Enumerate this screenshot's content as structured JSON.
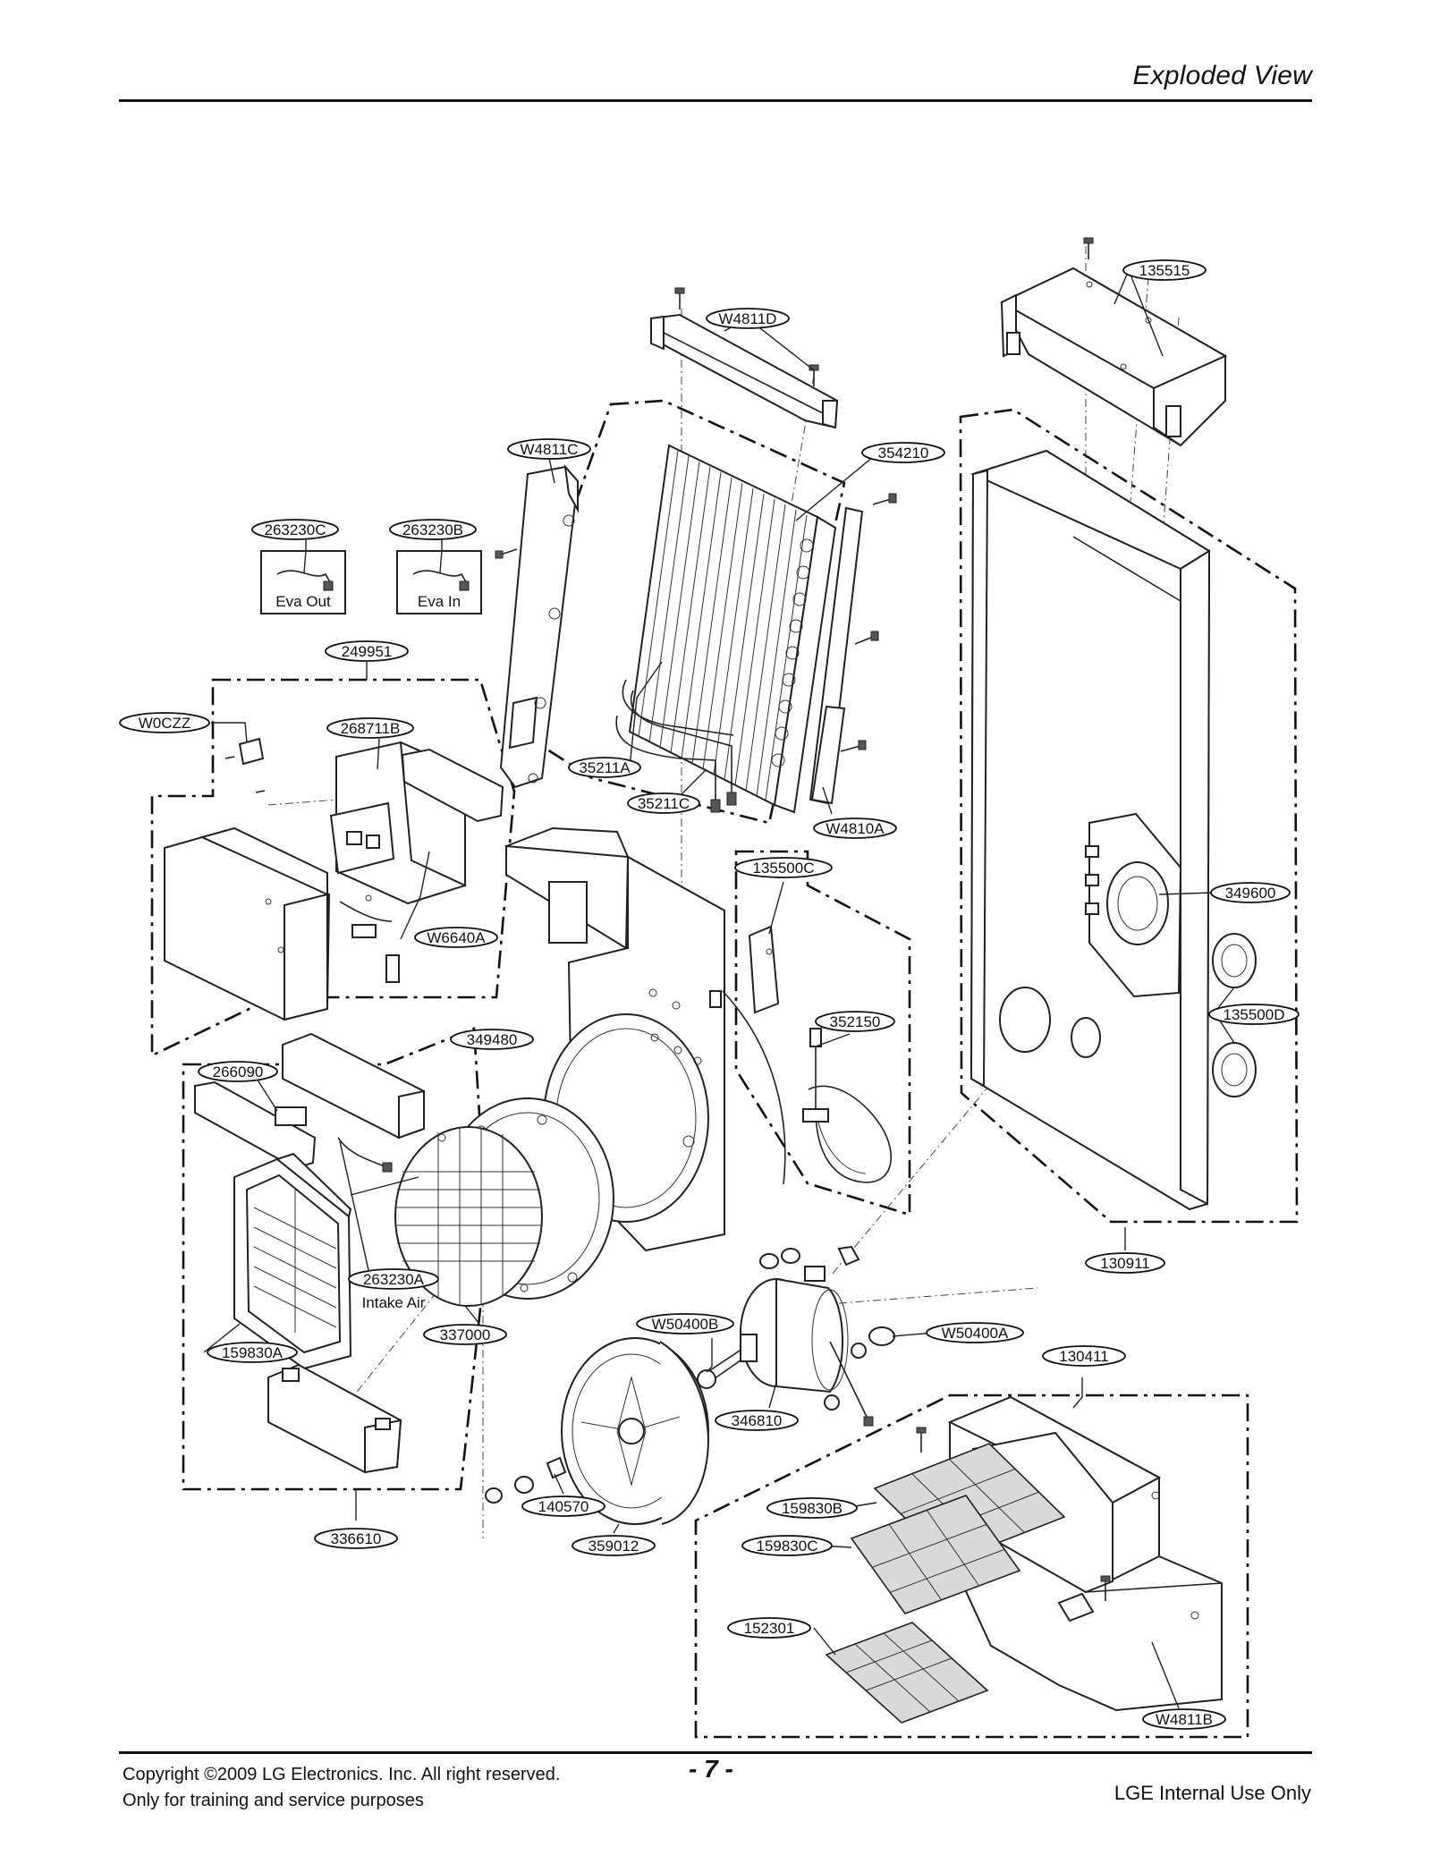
{
  "header": {
    "title": "Exploded View"
  },
  "footer": {
    "copyright": "Copyright ©2009 LG Electronics. Inc. All right reserved.",
    "purpose": "Only for training and service purposes",
    "page": "- 7 -",
    "internal": "LGE Internal Use Only"
  },
  "parts": {
    "p135515": "135515",
    "pW4811D": "W4811D",
    "pW4811C": "W4811C",
    "p354210": "354210",
    "p263230C": "263230C",
    "p263230B": "263230B",
    "p249951": "249951",
    "pW0CZZ": "W0CZZ",
    "p268711B": "268711B",
    "p35211A": "35211A",
    "p35211C": "35211C",
    "pW4810A": "W4810A",
    "p135500C": "135500C",
    "p349600": "349600",
    "pW6640A": "W6640A",
    "p352150": "352150",
    "p135500D": "135500D",
    "p349480": "349480",
    "p266090": "266090",
    "p263230A": "263230A",
    "p130911": "130911",
    "pW50400B": "W50400B",
    "pW50400A": "W50400A",
    "p337000": "337000",
    "p159830A": "159830A",
    "p130411": "130411",
    "p346810": "346810",
    "p159830B": "159830B",
    "p140570": "140570",
    "p159830C": "159830C",
    "p336610": "336610",
    "p359012": "359012",
    "p152301": "152301",
    "pW4811B": "W4811B"
  },
  "captions": {
    "eva_out": "Eva Out",
    "eva_in": "Eva In",
    "intake_air": "Intake Air"
  }
}
